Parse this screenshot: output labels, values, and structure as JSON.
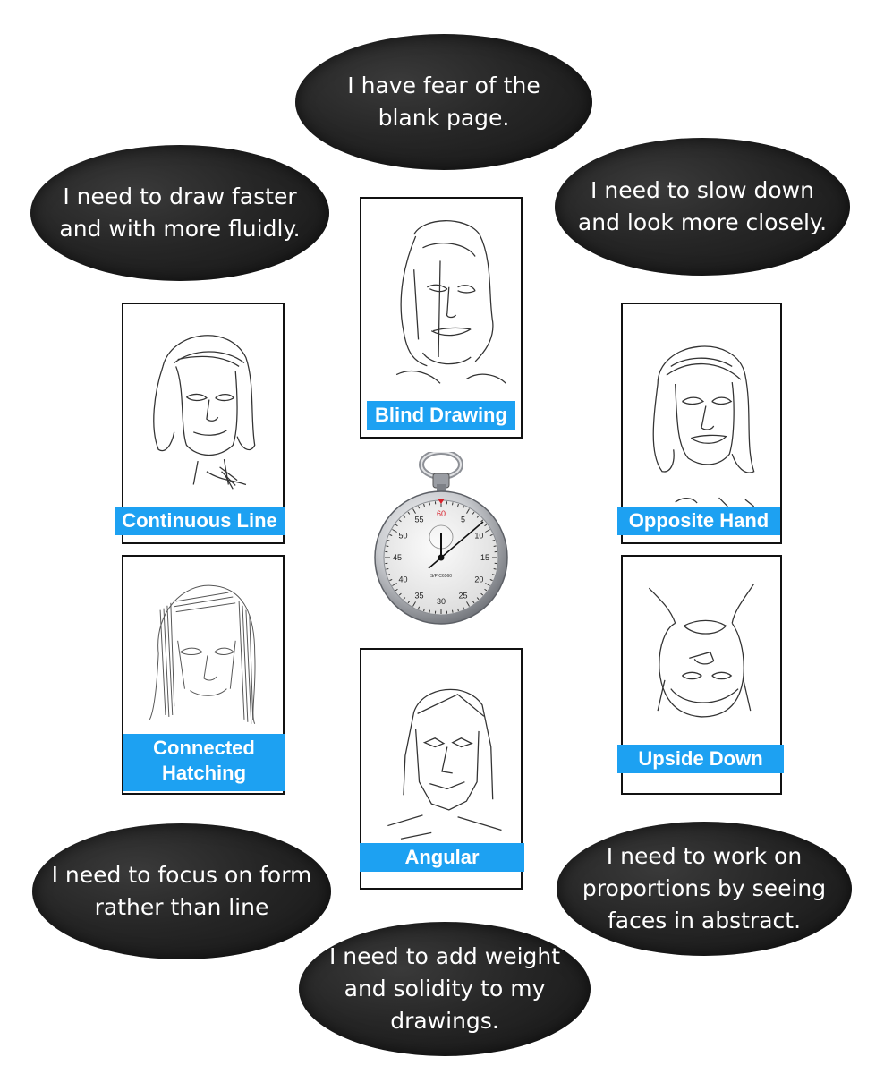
{
  "bubbles": {
    "top": "I have fear of the\nblank page.",
    "upper_left": "I need to draw faster\nand with more fluidly.",
    "upper_right": "I need to slow down\nand look more closely.",
    "lower_left": "I need to focus on form\nrather than line",
    "lower_right": "I need to work on\nproportions by seeing\nfaces in abstract.",
    "bottom": "I need to add weight\nand solidity to my\ndrawings."
  },
  "cards": {
    "blind": "Blind Drawing",
    "continuous": "Continuous Line",
    "opposite": "Opposite Hand",
    "hatching": "Connected\nHatching",
    "upside": "Upside Down",
    "angular": "Angular"
  },
  "stopwatch": {
    "numbers": [
      "5",
      "10",
      "15",
      "20",
      "25",
      "30",
      "35",
      "40",
      "45",
      "50",
      "55",
      "60"
    ],
    "model": "S/P C6560"
  },
  "colors": {
    "label_bg": "#1da1f2",
    "bubble": "#222222",
    "hand_red": "#d8202a"
  }
}
